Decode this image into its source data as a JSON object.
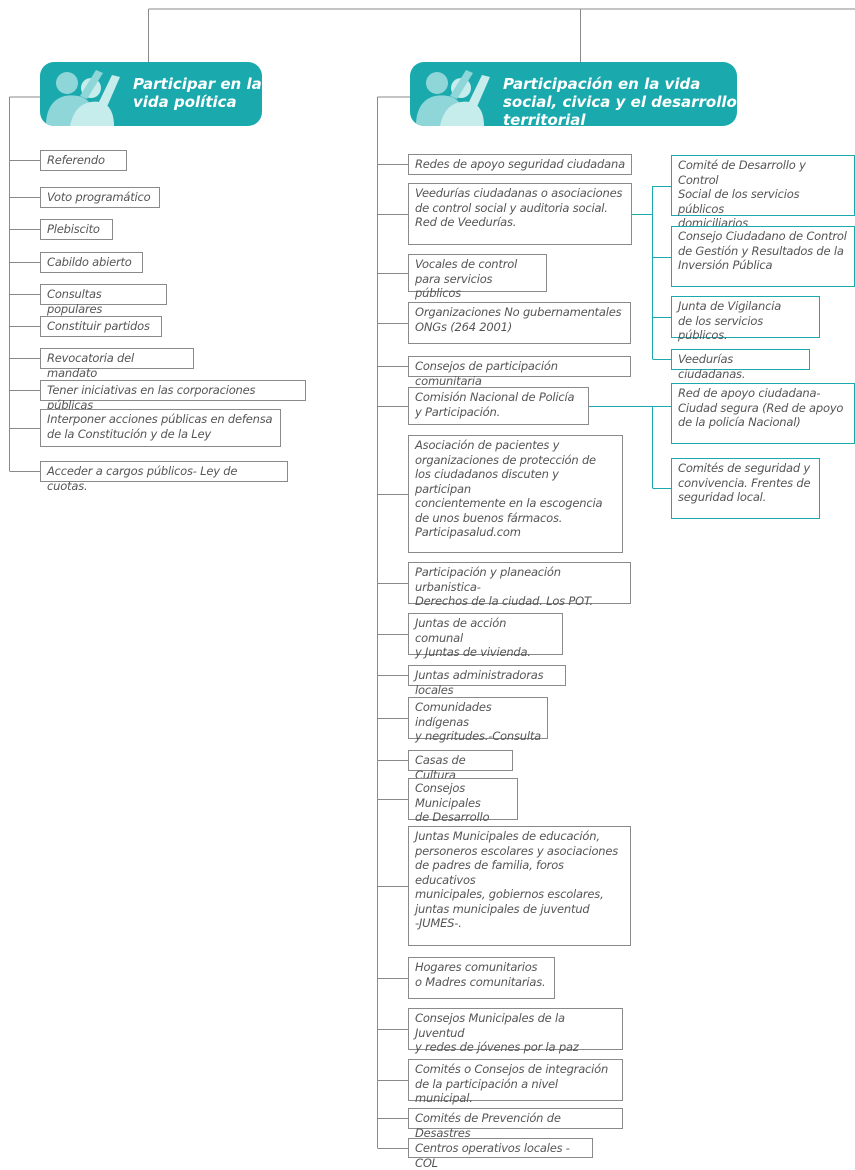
{
  "colors": {
    "accent": "#1aa9ad",
    "box_border": "#8a8a8a",
    "text": "#555555"
  },
  "left_branch": {
    "title": "Participar en\nla vida política",
    "icon": "people-raising-hands-icon",
    "items": [
      "Referendo",
      "Voto programático",
      "Plebiscito",
      "Cabildo abierto",
      "Consultas populares",
      "Constituir partidos",
      "Revocatoria del mandato",
      "Tener iniciativas en las corporaciones públicas",
      "Interponer acciones públicas en defensa\nde la Constitución y de la Ley",
      "Acceder a cargos públicos- Ley de cuotas."
    ]
  },
  "right_branch": {
    "title": "Participación en la vida social,\ncivica y el desarrollo territorial",
    "icon": "people-raising-hands-icon",
    "items": [
      "Redes de apoyo seguridad ciudadana",
      "Veedurías ciudadanas o asociaciones\nde control social y auditoria social.\nRed de Veedurías.",
      "Vocales de control\npara servicios públicos",
      "Organizaciones No gubernamentales\nONGs (264 2001)",
      "Consejos de participación comunitaria",
      "Comisión Nacional de Policía\ny Participación.",
      "Asociación de pacientes y\norganizaciones de protección de\nlos ciudadanos discuten y participan\nconcientemente  en la escogencia\nde unos buenos fármacos.\nParticipasalud.com",
      "Participación y planeación urbanistica-\nDerechos de la ciudad. Los POT.",
      "Juntas de acción comunal\ny Juntas de vivienda.",
      "Juntas administradoras locales",
      "Comunidades indígenas\ny negritudes.-Consulta",
      "Casas de Cultura",
      "Consejos Municipales\nde Desarrollo Rural",
      "Juntas Municipales de educación,\npersoneros escolares y asociaciones\nde padres de familia, foros educativos\nmunicipales, gobiernos escolares,\njuntas municipales de juventud\n-JUMES-.",
      "Hogares comunitarios\no Madres comunitarias.",
      "Consejos Municipales de la Juventud\ny redes de jóvenes por la paz",
      "Comités o Consejos de integración\nde la participación a nivel municipal.",
      "Comités de Prevención de Desastres",
      "Centros operativos locales - COL"
    ],
    "veedurias_children": [
      "Comité de Desarrollo y Control\nSocial de los servicios públicos\ndomiciliarios",
      "Consejo Ciudadano de Control\nde Gestión y Resultados de la\nInversión Pública",
      "Junta de Vigilancia\nde los servicios públicos.",
      "Veedurías ciudadanas."
    ],
    "policia_children": [
      "Red de apoyo ciudadana-\nCiudad segura (Red de apoyo\nde la policía Nacional)",
      "Comités de seguridad y\nconvivencia. Frentes de\nseguridad local."
    ]
  }
}
